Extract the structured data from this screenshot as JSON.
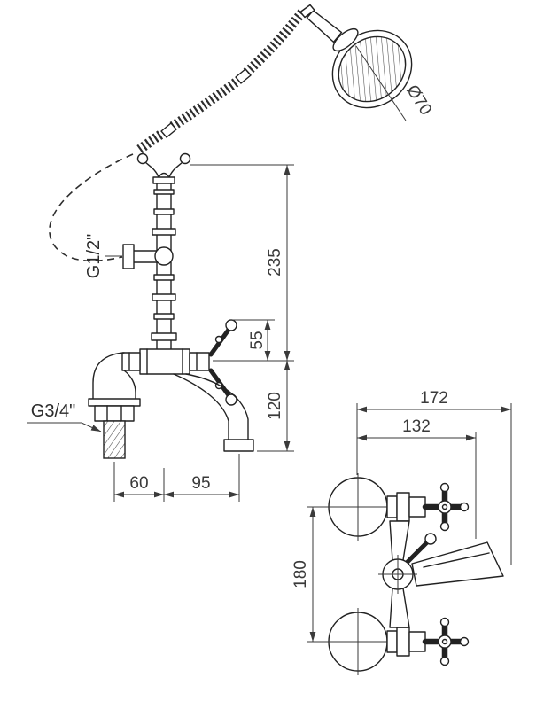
{
  "meta": {
    "drawing_type": "technical dimensional drawing",
    "subject": "bath-shower mixer with hand shower"
  },
  "colors": {
    "line": "#222222",
    "dimension": "#3a3a3a",
    "background": "#ffffff"
  },
  "labels": {
    "shower_head_diameter": "Ø70",
    "hose_connection_thread": "G1/2\"",
    "tail_connection_thread": "G3/4\"",
    "front": {
      "holder_height": "235",
      "handle_height": "55",
      "spout_drop": "120",
      "tail_offset": "60",
      "spout_reach": "95"
    },
    "top": {
      "overall_width": "172",
      "handle_width": "132",
      "centres_distance": "180"
    }
  }
}
